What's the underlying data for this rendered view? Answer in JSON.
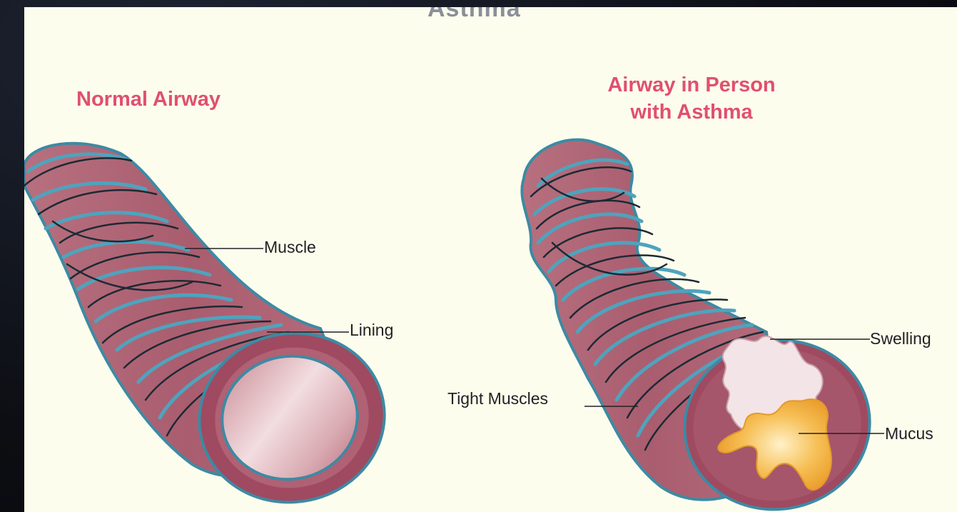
{
  "diagram": {
    "title_partial": "Asthma",
    "normal": {
      "heading": "Normal Airway",
      "labels": {
        "muscle": "Muscle",
        "lining": "Lining"
      }
    },
    "asthma": {
      "heading_line1": "Airway in Person",
      "heading_line2": "with Asthma",
      "labels": {
        "tight_muscles": "Tight Muscles",
        "swelling": "Swelling",
        "mucus": "Mucus"
      }
    }
  },
  "colors": {
    "background": "#fdfdee",
    "heading": "#e0506d",
    "airway_wall": "#a25366",
    "airway_dark": "#8f3f55",
    "muscle_band": "#4fa3bd",
    "muscle_line": "#1c2a33",
    "mucus": "#f0a93a"
  }
}
